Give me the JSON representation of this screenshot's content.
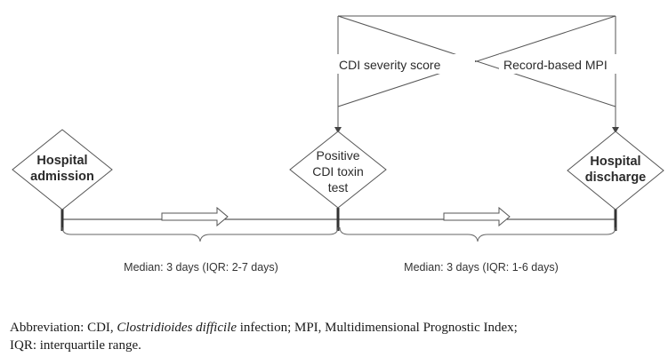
{
  "diagram": {
    "nodes": [
      {
        "id": "admission",
        "lines": [
          "Hospital",
          "admission"
        ],
        "bold": true
      },
      {
        "id": "toxin",
        "lines": [
          "Positive",
          "CDI toxin",
          "test"
        ],
        "bold": false
      },
      {
        "id": "discharge",
        "lines": [
          "Hospital",
          "discharge"
        ],
        "bold": true
      }
    ],
    "assessments": {
      "left": "CDI severity score",
      "right": "Record-based MPI"
    },
    "intervals": [
      {
        "from": "admission",
        "to": "toxin",
        "label": "Median: 3 days (IQR: 2-7 days)"
      },
      {
        "from": "toxin",
        "to": "discharge",
        "label": "Median: 3 days (IQR: 1-6 days)"
      }
    ]
  },
  "footnote": {
    "prefix": "Abbreviation: CDI, ",
    "italic": "Clostridioides difficile",
    "rest_line1": " infection; MPI, Multidimensional Prognostic Index;",
    "line2": "IQR: interquartile range."
  }
}
